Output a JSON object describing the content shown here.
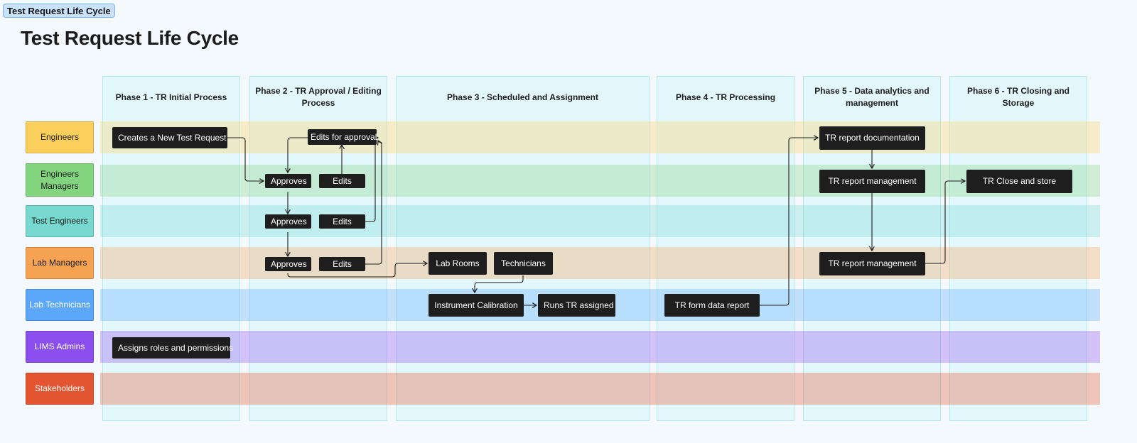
{
  "frame_label": "Test Request Life Cycle",
  "title": "Test Request Life Cycle",
  "phases": [
    "Phase 1 - TR Initial Process",
    "Phase 2 - TR Approval / Editing Process",
    "Phase 3 - Scheduled and Assignment",
    "Phase 4 - TR Processing",
    "Phase 5 - Data analytics and management",
    "Phase 6 - TR Closing and Storage"
  ],
  "lanes": [
    {
      "label": "Engineers",
      "color": "#fbcf5c"
    },
    {
      "label": "Engineers Managers",
      "color": "#82d57e"
    },
    {
      "label": "Test Engineers",
      "color": "#76d8cf"
    },
    {
      "label": "Lab Managers",
      "color": "#f5a353"
    },
    {
      "label": "Lab Technicians",
      "color": "#5ba7fc"
    },
    {
      "label": "LIMS Admins",
      "color": "#8b4ff0"
    },
    {
      "label": "Stakeholders",
      "color": "#e35530"
    }
  ],
  "nodes": {
    "create_request": "Creates a New Test Request",
    "edits_for_approval": "Edits for approval",
    "approves_em": "Approves",
    "edits_em": "Edits",
    "approves_te": "Approves",
    "edits_te": "Edits",
    "approves_lm": "Approves",
    "edits_lm": "Edits",
    "lab_rooms": "Lab Rooms",
    "technicians": "Technicians",
    "instrument_calibration": "Instrument Calibration",
    "runs_tr_assigned": "Runs TR assigned",
    "tr_form_data_report": "TR form data report",
    "tr_report_documentation": "TR report documentation",
    "tr_report_management_1": "TR report management",
    "tr_report_management_2": "TR report management",
    "tr_close_store": "TR Close and store",
    "assigns_roles": "Assigns roles and permissions"
  }
}
